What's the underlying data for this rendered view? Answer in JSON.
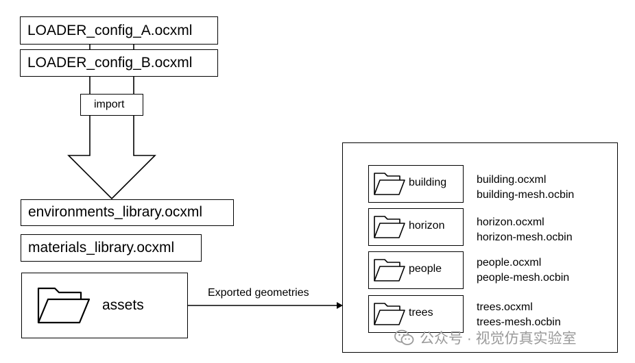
{
  "config_files": [
    "LOADER_config_A.ocxml",
    "LOADER_config_B.ocxml"
  ],
  "import_label": "import",
  "libraries": [
    "environments_library.ocxml",
    "materials_library.ocxml"
  ],
  "assets_label": "assets",
  "export_label": "Exported geometries",
  "asset_folders": [
    {
      "name": "building",
      "files": [
        "building.ocxml",
        "building-mesh.ocbin"
      ]
    },
    {
      "name": "horizon",
      "files": [
        "horizon.ocxml",
        "horizon-mesh.ocbin"
      ]
    },
    {
      "name": "people",
      "files": [
        "people.ocxml",
        "people-mesh.ocbin"
      ]
    },
    {
      "name": "trees",
      "files": [
        "trees.ocxml",
        "trees-mesh.ocbin"
      ]
    }
  ],
  "watermark": "公众号 · 视觉仿真实验室"
}
